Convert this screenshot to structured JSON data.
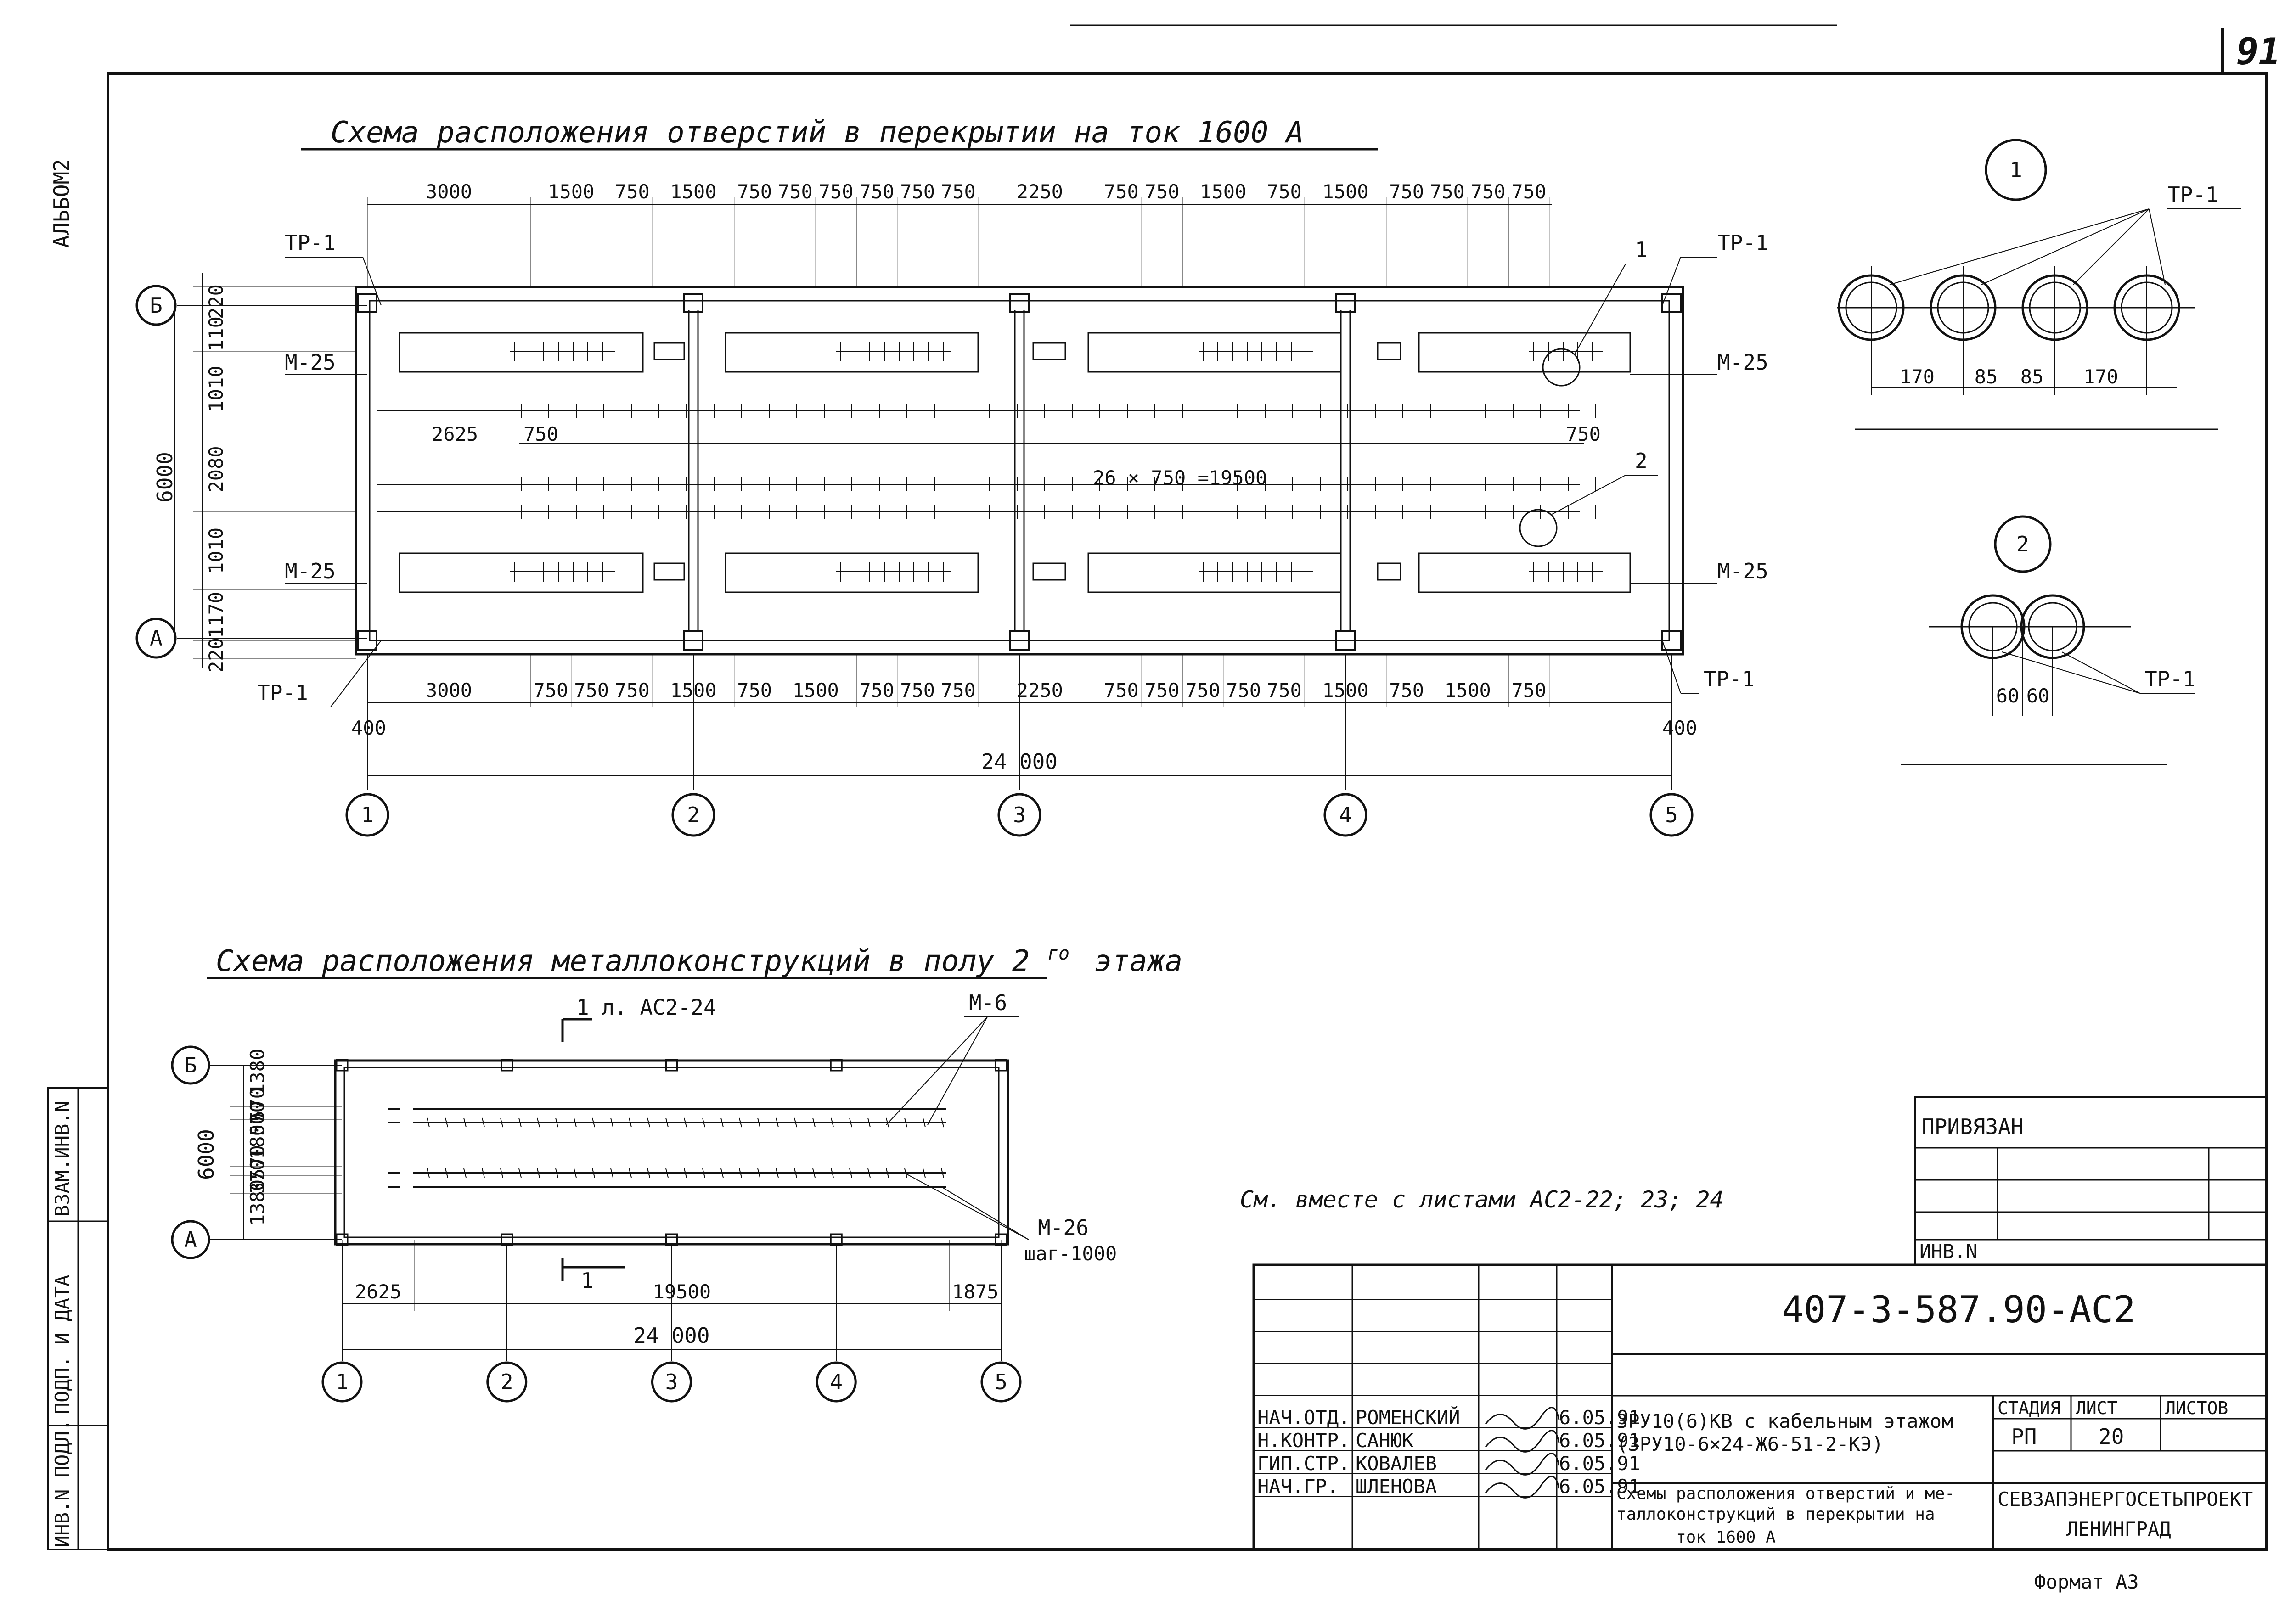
{
  "page_number": "91",
  "album_label": "АЛЬБОМ2",
  "side_stamp": [
    "ИНВ.N ПОДЛ.",
    "ПОДП. И ДАТА",
    "ВЗАМ.ИНВ.N"
  ],
  "plan1": {
    "title": "Схема расположения отверстий в перекрытии на ток 1600 А",
    "top_dims": [
      "3000",
      "1500",
      "750",
      "1500",
      "750",
      "750",
      "750",
      "750",
      "750",
      "750",
      "2250",
      "750",
      "750",
      "1500",
      "750",
      "1500",
      "750",
      "750",
      "750",
      "750"
    ],
    "bottom_dims": [
      "3000",
      "750",
      "750",
      "750",
      "1500",
      "750",
      "1500",
      "750",
      "750",
      "750",
      "2250",
      "750",
      "750",
      "750",
      "750",
      "750",
      "1500",
      "750",
      "1500",
      "750"
    ],
    "left_dims": [
      "220",
      "110",
      "1010",
      "2080",
      "1010",
      "1170",
      "220"
    ],
    "overall_left": "6000",
    "overall_bottom": "24 000",
    "edge_dims": [
      "400",
      "400"
    ],
    "inner_dims": [
      "2625",
      "750",
      "26 × 750 =19500",
      "750"
    ],
    "labels": {
      "tr1": "ТР-1",
      "m25": "М-25",
      "callout1": "1",
      "callout2": "2"
    },
    "axes_x": [
      "1",
      "2",
      "3",
      "4",
      "5"
    ],
    "axes_y": [
      "Б",
      "А"
    ]
  },
  "detail1": {
    "id": "1",
    "label": "ТР-1",
    "dims": [
      "170",
      "85",
      "85",
      "170"
    ]
  },
  "detail2": {
    "id": "2",
    "label": "ТР-1",
    "dims": [
      "60",
      "60"
    ]
  },
  "plan2": {
    "title": "Схема расположения металлоконструкций в полу 2",
    "title_sup": "го",
    "title_end": "этажа",
    "section_ref": "1 л. АС2-24",
    "section_mark": "1",
    "left_dims": [
      "1380",
      "570",
      "570",
      "1800",
      "570",
      "370",
      "1380"
    ],
    "overall_left": "6000",
    "bottom_dims": [
      "2625",
      "19500",
      "1875"
    ],
    "overall_bottom": "24 000",
    "labels": {
      "m6": "М-6",
      "m26": "М-26",
      "step": "шаг-1000"
    },
    "axes_x": [
      "1",
      "2",
      "3",
      "4",
      "5"
    ],
    "axes_y": [
      "Б",
      "А"
    ]
  },
  "see_also": "См. вместе с листами АС2-22; 23; 24",
  "stamp": {
    "privyazan": "ПРИВЯЗАН",
    "inv": "ИНВ.N",
    "code": "407-3-587.90-АС2",
    "roles": [
      {
        "role": "НАЧ.ОТД.",
        "name": "РОМЕНСКИЙ",
        "date": "6.05.91"
      },
      {
        "role": "Н.КОНТР.",
        "name": "САНЮК",
        "date": "6.05.91"
      },
      {
        "role": "ГИП.СТР.",
        "name": "КОВАЛЕВ",
        "date": "6.05.91"
      },
      {
        "role": "НАЧ.ГР.",
        "name": "ШЛЕНОВА",
        "date": "6.05.91"
      }
    ],
    "project_line1": "ЗРУ10(6)КВ с кабельным этажом",
    "project_line2": "(ЗРУ10-6×24-Ж6-51-2-КЭ)",
    "sheet_title_1": "Схемы расположения отверстий и ме-",
    "sheet_title_2": "таллоконструкций в перекрытии на",
    "sheet_title_3": "ток 1600 А",
    "stage_h": "СТАДИЯ",
    "sheet_h": "ЛИСТ",
    "sheets_h": "ЛИСТОВ",
    "stage": "РП",
    "sheet": "20",
    "org1": "СЕВЗАПЭНЕРГОСЕТЬПРОЕКТ",
    "org2": "ЛЕНИНГРАД"
  },
  "format": "Формат А3"
}
